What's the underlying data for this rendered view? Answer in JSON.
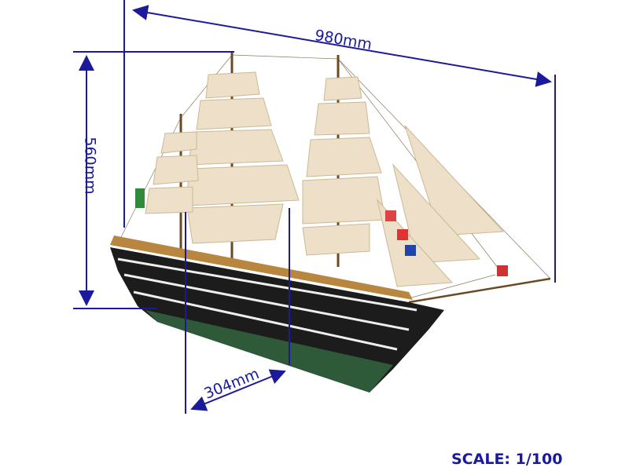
{
  "dimensions": {
    "length": "980mm",
    "height": "560mm",
    "width": "304mm"
  },
  "scale": "SCALE: 1/100",
  "colors": {
    "dimension": "#1a1a9a",
    "hull_black": "#1c1c1c",
    "hull_green": "#2f5a3a",
    "sail": "#eee0c8",
    "wood": "#b8863e"
  }
}
